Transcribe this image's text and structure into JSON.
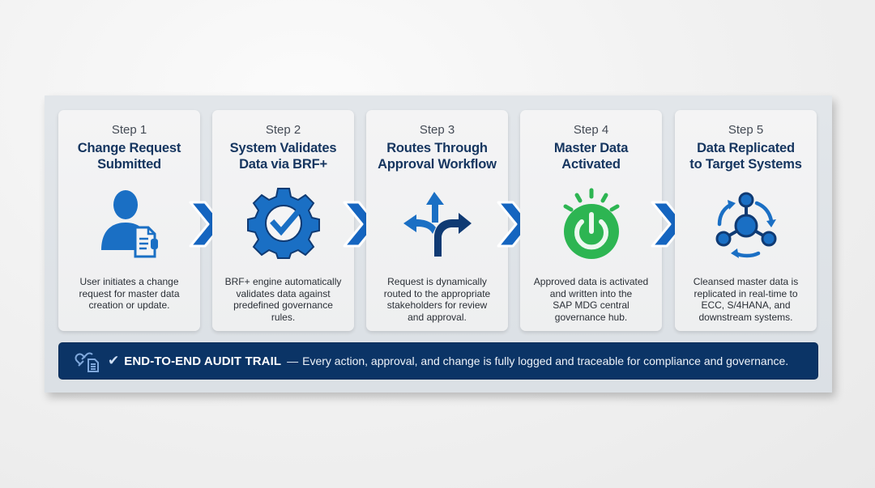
{
  "steps": [
    {
      "step": "Step 1",
      "title_line1": "Change Request",
      "title_line2": "Submitted",
      "icon": "user-document-icon",
      "desc": [
        "User initiates a change",
        "request for master data",
        "creation or update."
      ]
    },
    {
      "step": "Step 2",
      "title_line1": "System Validates",
      "title_line2": "Data via BRF+",
      "icon": "gear-check-icon",
      "desc": [
        "BRF+ engine automatically",
        "validates data against",
        "predefined governance",
        "rules."
      ]
    },
    {
      "step": "Step 3",
      "title_line1": "Routes Through",
      "title_line2": "Approval Workflow",
      "icon": "routing-arrows-icon",
      "desc": [
        "Request is dynamically",
        "routed to the appropriate",
        "stakeholders for review",
        "and approval."
      ]
    },
    {
      "step": "Step 4",
      "title_line1": "Master Data",
      "title_line2": "Activated",
      "icon": "power-on-icon",
      "desc": [
        "Approved data is activated",
        "and written into the",
        "SAP MDG central",
        "governance hub."
      ]
    },
    {
      "step": "Step 5",
      "title_line1": "Data Replicated",
      "title_line2": "to Target Systems",
      "icon": "network-sync-icon",
      "desc": [
        "Cleansed master data is",
        "replicated in real-time to",
        "ECC, S/4HANA, and",
        "downstream systems."
      ]
    }
  ],
  "connector_icon": "chevron-right-icon",
  "banner": {
    "icon": "link-document-icon",
    "check": "✔",
    "title": "END-TO-END AUDIT TRAIL",
    "dash": "—",
    "text": "Every action, approval, and change is fully logged and traceable for compliance and governance."
  },
  "colors": {
    "title_navy": "#15355f",
    "icon_blue": "#1a6fc4",
    "icon_dark": "#0f3a73",
    "power_green": "#2db552",
    "banner_bg": "#0b3466",
    "chevron_blue": "#1565c0"
  }
}
